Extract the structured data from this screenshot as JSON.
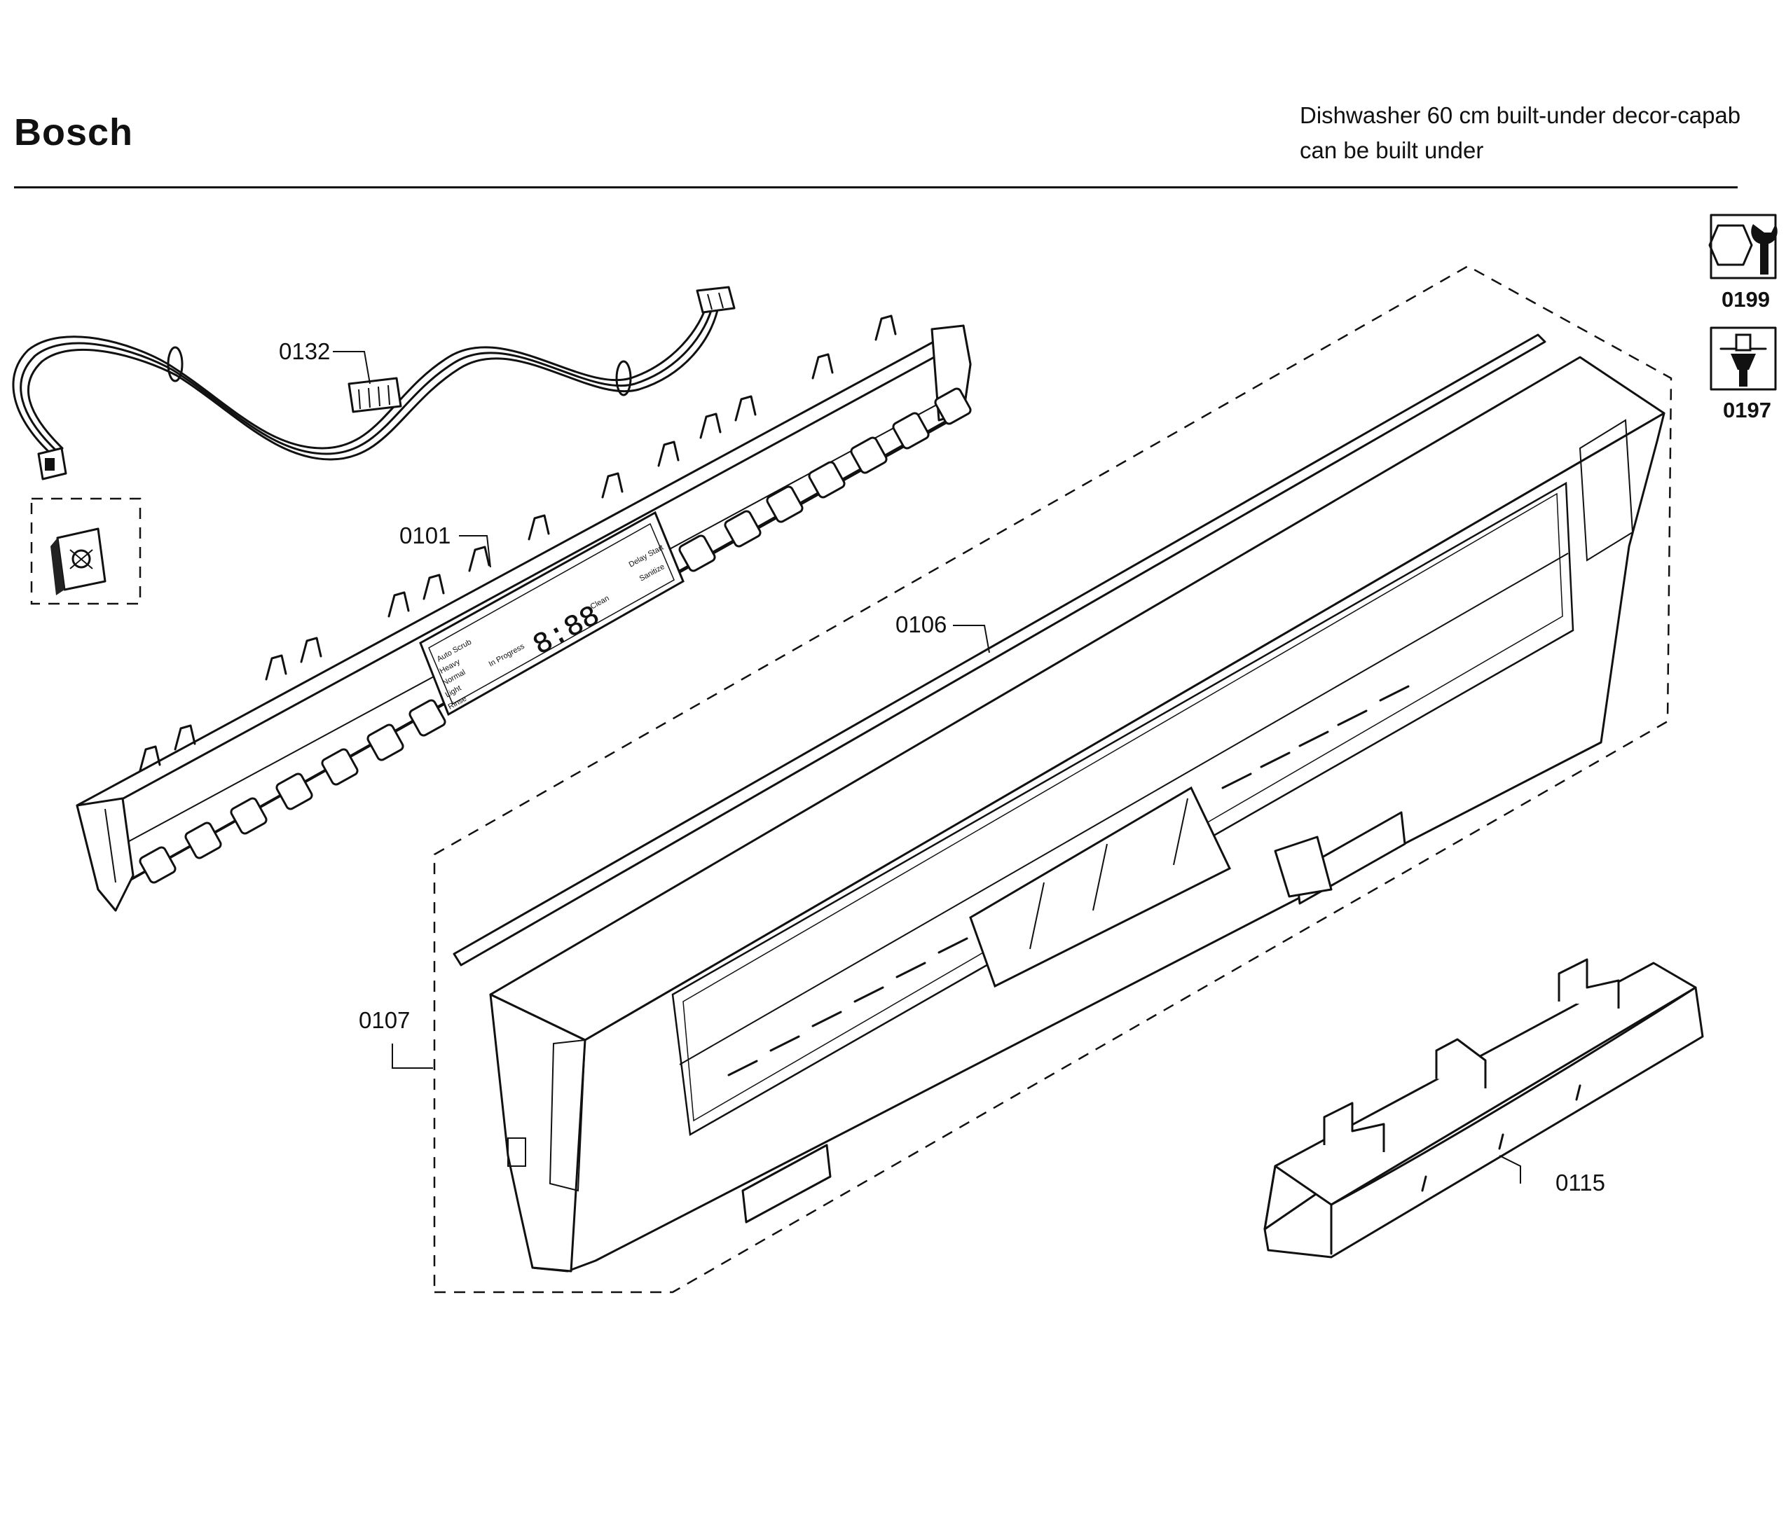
{
  "header": {
    "brand": "Bosch",
    "title_line1": "Dishwasher 60 cm built-under decor-capab",
    "title_line2": "can be built under"
  },
  "tools": [
    {
      "code": "0199",
      "icon": "wrench-nut-icon"
    },
    {
      "code": "0197",
      "icon": "screwdriver-icon"
    }
  ],
  "parts": [
    {
      "code": "0132"
    },
    {
      "code": "0101"
    },
    {
      "code": "0106"
    },
    {
      "code": "0107"
    },
    {
      "code": "0115"
    }
  ],
  "display_panel": {
    "digits": "8:88",
    "left_labels": [
      "Auto Scrub",
      "Heavy",
      "Normal",
      "Light",
      "Rinse"
    ],
    "status_in_progress": "In Progress",
    "status_clean": "Clean",
    "status_delay": "Delay Start",
    "status_sanitize": "Sanitize"
  }
}
